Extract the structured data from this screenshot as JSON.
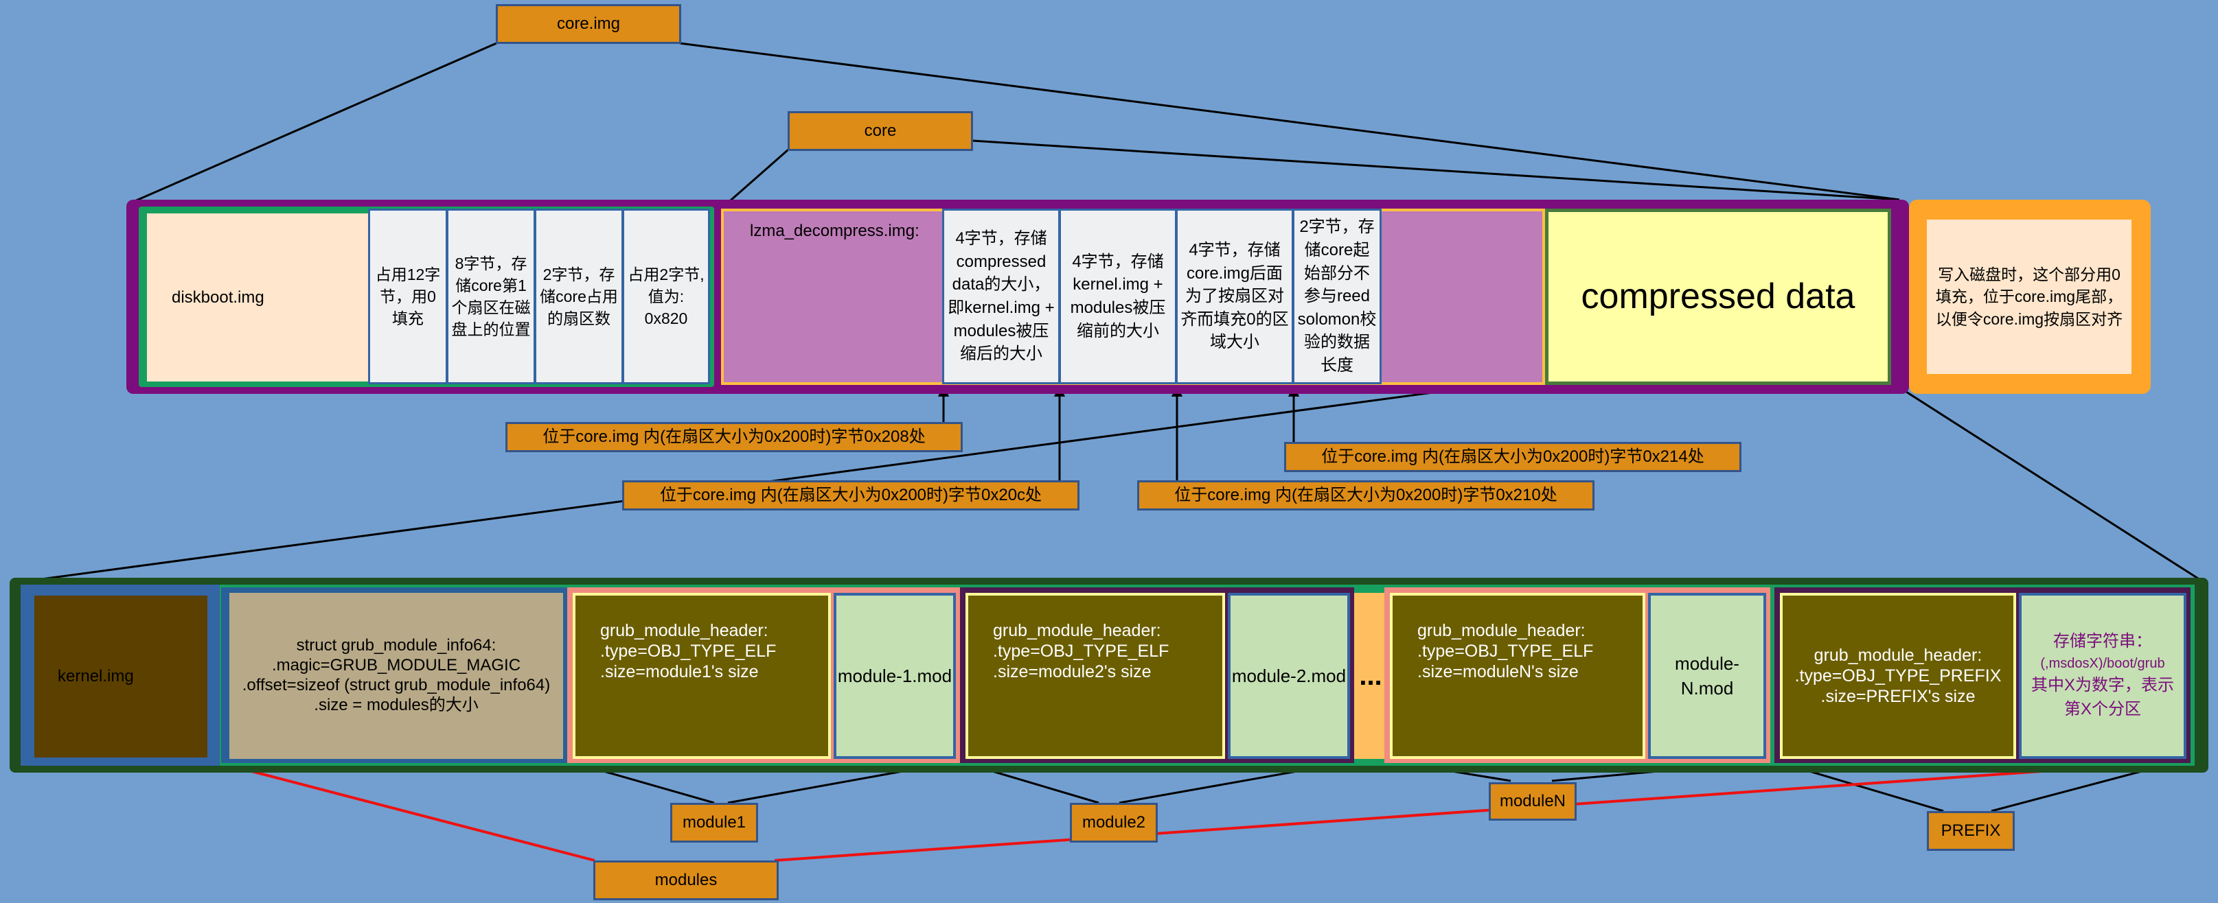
{
  "top_labels": {
    "core_img": "core.img",
    "core": "core"
  },
  "core_img_row": {
    "diskboot": "diskboot.img",
    "cells": [
      "占用12字节，用0填充",
      "8字节，存储core第1个扇区在磁盘上的位置",
      "2字节，存储core占用的扇区数",
      "占用2字节,值为: 0x820"
    ],
    "lzma_title": "lzma_decompress.img:",
    "lzma_cells": [
      "4字节，存储compressed data的大小，即kernel.img + modules被压缩后的大小",
      "4字节，存储kernel.img + modules被压缩前的大小",
      "4字节，存储core.img后面为了按扇区对齐而填充0的区域大小",
      "2字节，存储core起始部分不参与reed solomon校验的数据长度"
    ],
    "compressed": "compressed data",
    "padding_note": "写入磁盘时，这个部分用0填充，位于core.img尾部，以便令core.img按扇区对齐"
  },
  "offset_labels": {
    "off_208": "位于core.img 内(在扇区大小为0x200时)字节0x208处",
    "off_20c": "位于core.img 内(在扇区大小为0x200时)字节0x20c处",
    "off_210": "位于core.img 内(在扇区大小为0x200时)字节0x210处",
    "off_214": "位于core.img 内(在扇区大小为0x200时)字节0x214处"
  },
  "bottom_row": {
    "kernel": "kernel.img",
    "module_info": "struct grub_module_info64:\n.magic=GRUB_MODULE_MAGIC\n.offset=sizeof (struct grub_module_info64)\n.size = modules的大小",
    "modules": [
      {
        "header": "grub_module_header:\n.type=OBJ_TYPE_ELF\n.size=module1's size",
        "file": "module-1.mod"
      },
      {
        "header": "grub_module_header:\n.type=OBJ_TYPE_ELF\n.size=module2's size",
        "file": "module-2.mod"
      },
      {
        "header": "grub_module_header:\n.type=OBJ_TYPE_ELF\n.size=moduleN's size",
        "file": "module-N.mod"
      }
    ],
    "ellipsis": "...",
    "prefix_header": "grub_module_header:\n.type=OBJ_TYPE_PREFIX\n.size=PREFIX's size",
    "prefix_store_title": "存储字符串：",
    "prefix_store_path": "(,msdosX)/boot/grub",
    "prefix_store_note": "其中X为数字，表示第X个分区"
  },
  "bottom_labels": {
    "module1": "module1",
    "module2": "module2",
    "moduleN": "moduleN",
    "prefix": "PREFIX",
    "modules": "modules"
  },
  "colors": {
    "background": "#729fcf",
    "label_fill": "#dc8c17",
    "purple_frame": "#7b0d7d",
    "green_frame": "#169f5e",
    "orange_frame": "#ffa62a",
    "dark_green_frame": "#1e4d1e",
    "lzma_fill": "#be7cb8",
    "compressed_fill": "#ffffa6",
    "header_fill": "#6b5e00",
    "kernel_fill": "#5c4000",
    "red_line": "#ee1111"
  }
}
